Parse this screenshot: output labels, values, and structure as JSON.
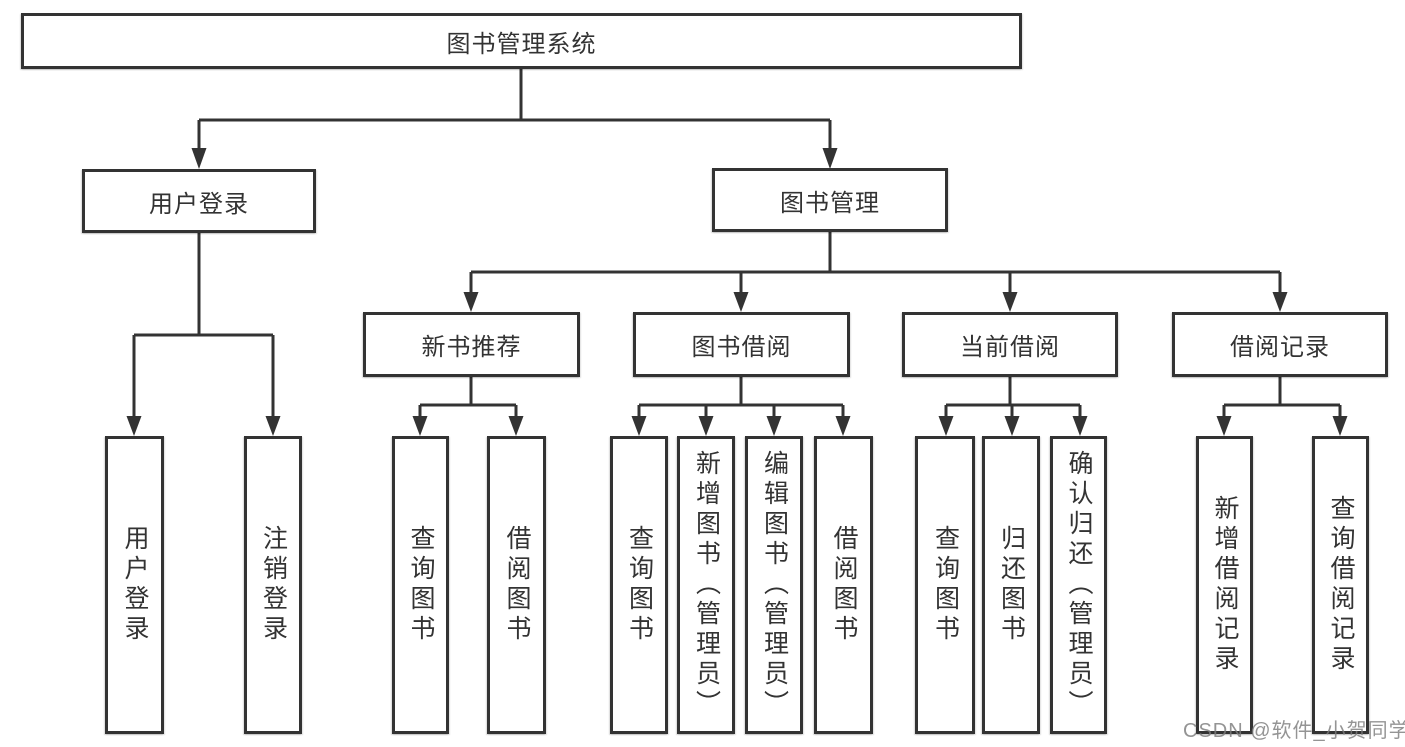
{
  "tree": {
    "root": "图书管理系统",
    "branches": [
      {
        "label": "用户登录",
        "children": [
          "用户登录",
          "注销登录"
        ]
      },
      {
        "label": "图书管理",
        "sections": [
          {
            "label": "新书推荐",
            "children": [
              "查询图书",
              "借阅图书"
            ]
          },
          {
            "label": "图书借阅",
            "children": [
              "查询图书",
              "新增图书（管理员）",
              "编辑图书（管理员）",
              "借阅图书"
            ]
          },
          {
            "label": "当前借阅",
            "children": [
              "查询图书",
              "归还图书",
              "确认归还（管理员）"
            ]
          },
          {
            "label": "借阅记录",
            "children": [
              "新增借阅记录",
              "查询借阅记录"
            ]
          }
        ]
      }
    ]
  },
  "watermark": "CSDN @软件_小贺同学",
  "colors": {
    "line": "#333333",
    "box_border": "#333333",
    "text": "#333333",
    "background": "#ffffff",
    "watermark": "#7d7d7d"
  }
}
